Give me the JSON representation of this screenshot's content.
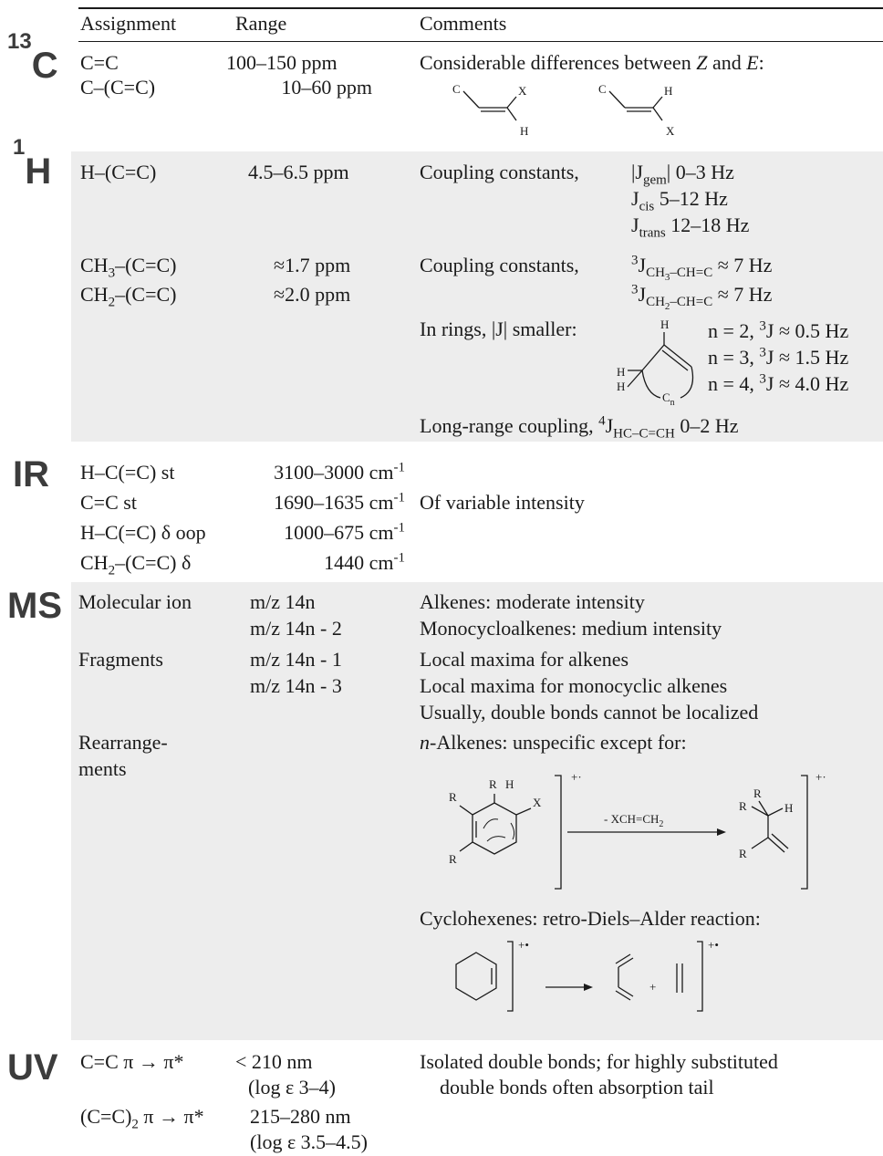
{
  "header": {
    "assignment": "Assignment",
    "range": "Range",
    "comments": "Comments"
  },
  "c13": {
    "label_sup": "13",
    "label": "C",
    "rows": [
      {
        "a": "C=C",
        "r": "100–150 ppm"
      },
      {
        "a": "C–(C=C)",
        "r": "10–60 ppm"
      }
    ],
    "comment_pre": "Considerable differences between ",
    "comment_z": "Z",
    "comment_and": " and ",
    "comment_e": "E",
    "comment_colon": ":",
    "struct_z": {
      "c": "C",
      "x": "X",
      "h": "H"
    },
    "struct_e": {
      "c": "C",
      "h": "H",
      "x": "X"
    }
  },
  "h1": {
    "label_sup": "1",
    "label": "H",
    "row1": {
      "a": "H–(C=C)",
      "r": "4.5–6.5 ppm",
      "c": "Coupling constants,"
    },
    "jgem": {
      "pre": "|J",
      "sub": "gem",
      "post": "| 0–3 Hz"
    },
    "jcis": {
      "pre": "J",
      "sub": "cis",
      "post": " 5–12 Hz"
    },
    "jtrans": {
      "pre": "J",
      "sub": "trans",
      "post": " 12–18 Hz"
    },
    "row2": {
      "a_pre": "CH",
      "a_sub": "3",
      "a_post": "–(C=C)",
      "r": "≈1.7 ppm",
      "c": "Coupling constants,"
    },
    "row3": {
      "a_pre": "CH",
      "a_sub": "2",
      "a_post": "–(C=C)",
      "r": "≈2.0 ppm"
    },
    "j3a": {
      "sup": "3",
      "pre": "J",
      "sub_pre": "CH",
      "sub_sub": "3",
      "sub_post": "–CH=C",
      "post": " ≈ 7 Hz"
    },
    "j3b": {
      "sup": "3",
      "pre": "J",
      "sub_pre": "CH",
      "sub_sub": "2",
      "sub_post": "–CH=C",
      "post": " ≈ 7 Hz"
    },
    "rings": {
      "text": "In rings, |J| smaller:",
      "h": "H",
      "cn": "C",
      "cn_sub": "n"
    },
    "ring_rows": [
      {
        "pre": "n = 2, ",
        "sup": "3",
        "post": "J ≈ 0.5 Hz"
      },
      {
        "pre": "n = 3, ",
        "sup": "3",
        "post": "J ≈ 1.5 Hz"
      },
      {
        "pre": "n = 4, ",
        "sup": "3",
        "post": "J ≈ 4.0 Hz"
      }
    ],
    "longrange": {
      "pre": "Long-range coupling, ",
      "sup": "4",
      "j": "J",
      "sub": "HC–C=CH",
      "post": " 0–2 Hz"
    }
  },
  "ir": {
    "label": "IR",
    "rows": [
      {
        "a": "H–C(=C) st",
        "r": "3100–3000 cm",
        "rs": "-1"
      },
      {
        "a": "C=C st",
        "r": "1690–1635 cm",
        "rs": "-1",
        "c": "Of variable intensity"
      },
      {
        "a": "H–C(=C) δ oop",
        "r": "1000–675 cm",
        "rs": "-1"
      },
      {
        "a_pre": "CH",
        "a_sub": "2",
        "a_post": "–(C=C) δ",
        "r": "1440 cm",
        "rs": "-1"
      }
    ]
  },
  "ms": {
    "label": "MS",
    "rows": [
      {
        "a": "Molecular ion",
        "r": "m/z 14n",
        "c": "Alkenes: moderate intensity"
      },
      {
        "a": "",
        "r": "m/z 14n - 2",
        "c": "Monocycloalkenes: medium intensity"
      },
      {
        "a": "Fragments",
        "r": "m/z 14n - 1",
        "c": "Local maxima for alkenes"
      },
      {
        "a": "",
        "r": "m/z 14n - 3",
        "c": "Local maxima for monocyclic alkenes"
      },
      {
        "a": "",
        "r": "",
        "c": "Usually, double bonds cannot be localized"
      }
    ],
    "rearr1": "Rearrange-",
    "rearr2": "ments",
    "nalk_n": "n",
    "nalk_rest": "-Alkenes: unspecific except for:",
    "scheme1": {
      "r": "R",
      "h": "H",
      "x": "X",
      "loss": "- XCH=CH",
      "loss_sub": "2",
      "charge": "+·"
    },
    "retro": "Cyclohexenes: retro-Diels–Alder reaction:",
    "scheme2": {
      "plus": "+",
      "charge": "+•"
    }
  },
  "uv": {
    "label": "UV",
    "row1": {
      "a": "C=C π → π*",
      "r": "< 210 nm",
      "r2": "(log ε 3–4)"
    },
    "row2": {
      "a_pre": "(C=C)",
      "a_sub": "2",
      "a_post": " π → π*",
      "r": "215–280 nm",
      "r2": "(log ε 3.5–4.5)"
    },
    "c1": "Isolated double bonds; for highly substituted",
    "c2": "double bonds often absorption tail"
  }
}
